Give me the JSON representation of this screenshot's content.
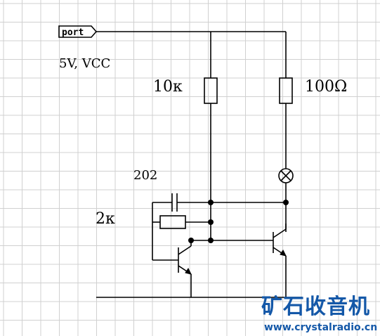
{
  "port_label": "port",
  "supply_label": "5V, VCC",
  "r_base_label": "10κ",
  "r_load_label": "100Ω",
  "cap_label": "202",
  "r_feedback_label": "2κ",
  "watermark": {
    "title": "矿石收音机",
    "url": "www.crystalradio.cn",
    "color": "#1458a8"
  },
  "colors": {
    "grid": "#d0d0d0",
    "wire": "#000000",
    "background": "#ffffff"
  },
  "icons": {
    "lamp": "lamp-icon",
    "port": "port-connector-icon"
  }
}
